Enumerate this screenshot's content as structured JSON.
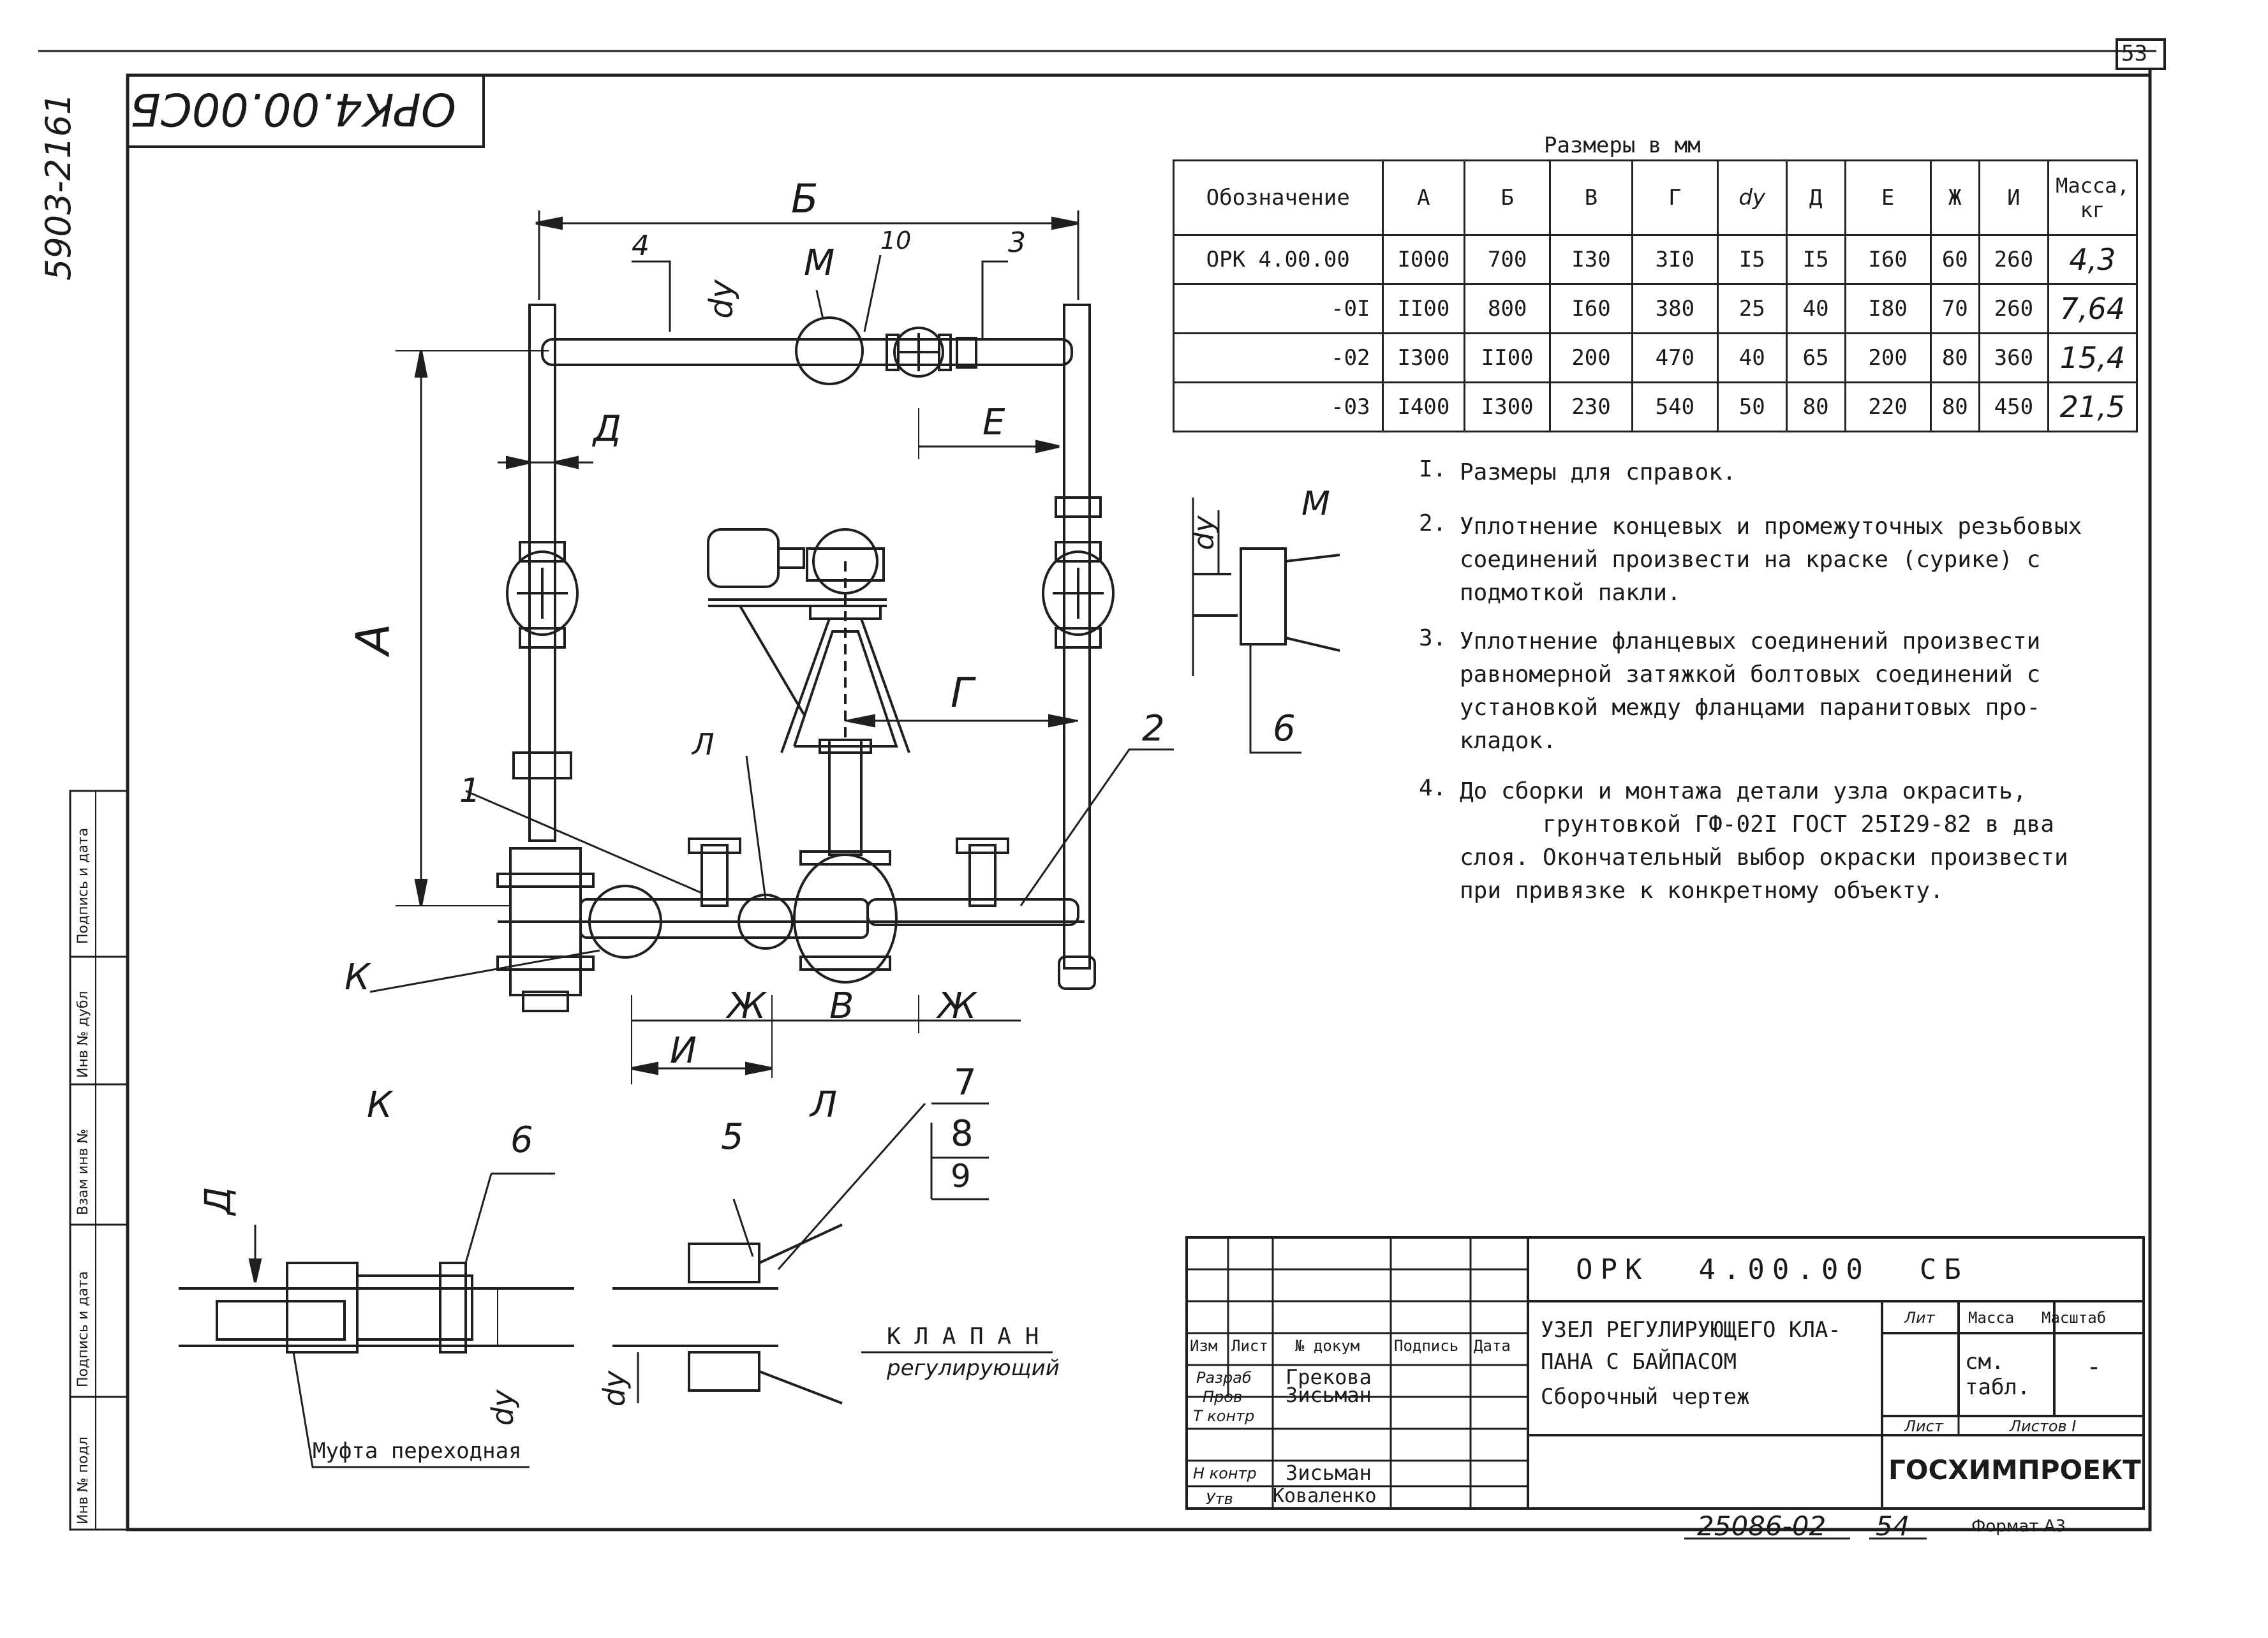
{
  "sheet": {
    "page_number": "53",
    "stamp_code": "ОРК4.00.00СБ",
    "side_code": "5903-2161",
    "archive_number": "25086-02",
    "archive_page": "54",
    "format": "Формат А3"
  },
  "left_strip": [
    "Подпись и дата",
    "Инв № дубл",
    "Взам инв №",
    "Подпись и дата",
    "Инв № подл"
  ],
  "dims_table": {
    "caption": "Размеры в мм",
    "headers": [
      "Обозначение",
      "А",
      "Б",
      "В",
      "Г",
      "dу",
      "Д",
      "Е",
      "Ж",
      "И",
      "Масса, кг"
    ],
    "rows": [
      [
        "ОРК 4.00.00",
        "I000",
        "700",
        "I30",
        "3I0",
        "I5",
        "I5",
        "I60",
        "60",
        "260",
        "4,3"
      ],
      [
        "-0I",
        "II00",
        "800",
        "I60",
        "380",
        "25",
        "40",
        "I80",
        "70",
        "260",
        "7,64"
      ],
      [
        "-02",
        "I300",
        "II00",
        "200",
        "470",
        "40",
        "65",
        "200",
        "80",
        "360",
        "15,4"
      ],
      [
        "-03",
        "I400",
        "I300",
        "230",
        "540",
        "50",
        "80",
        "220",
        "80",
        "450",
        "21,5"
      ]
    ]
  },
  "notes": [
    {
      "num": "I.",
      "text": "Размеры для справок."
    },
    {
      "num": "2.",
      "text": "Уплотнение концевых и промежуточных резьбовых\nсоединений произвести на краске (сурике) с\nподмоткой пакли."
    },
    {
      "num": "3.",
      "text": "Уплотнение фланцевых соединений произвести\nравномерной затяжкой болтовых соединений с\nустановкой между фланцами паранитовых про-\nкладок."
    },
    {
      "num": "4.",
      "text": "До сборки и монтажа детали узла окрасить,\n      грунтовкой ГФ-02I ГОСТ 25I29-82 в два\nслоя. Окончательный выбор окраски произвести\nпри привязке к конкретному объекту."
    }
  ],
  "drawing_labels": {
    "dim_A": "А",
    "dim_B": "Б",
    "dim_V": "В",
    "dim_G": "Г",
    "dim_D": "Д",
    "dim_E": "Е",
    "dim_Zh1": "Ж",
    "dim_Zh2": "Ж",
    "dim_I": "И",
    "dim_dy": "dу",
    "view_M": "М",
    "view_K": "К",
    "view_L": "Л",
    "callout_K": "К",
    "callout_L": "Л",
    "pos_1": "1",
    "pos_2": "2",
    "pos_3": "3",
    "pos_4": "4",
    "pos_5": "5",
    "pos_6": "6",
    "pos_6b": "6",
    "pos_7": "7",
    "pos_8": "8",
    "pos_9": "9",
    "pos_10": "10",
    "coupling": "Муфта переходная",
    "valve_title": "К Л А П А Н",
    "valve_sub": "регулирующий",
    "detail_D": "Д",
    "detail_dy1": "dу",
    "detail_dy2": "dу",
    "detail_dy3": "dу"
  },
  "title_block": {
    "designation": "ОРК  4.00.00  СБ",
    "name_line1": "УЗЕЛ РЕГУЛИРУЮЩЕГО КЛА-",
    "name_line2": "ПАНА С БАЙПАСОМ",
    "name_line3": "Сборочный чертеж",
    "col_izm": "Изм",
    "col_list": "Лист",
    "col_doc": "№ докум",
    "col_sign": "Подпись",
    "col_date": "Дата",
    "roles": [
      {
        "role": "Разраб",
        "name": "Грекова"
      },
      {
        "role": "Пров",
        "name": "Зисьман"
      },
      {
        "role": "Т контр",
        "name": ""
      },
      {
        "role": "",
        "name": ""
      },
      {
        "role": "Н контр",
        "name": "Зисьман"
      },
      {
        "role": "Утв",
        "name": "Коваленко"
      }
    ],
    "lit": "Лит",
    "mass": "Масса",
    "scale": "Масштаб",
    "mass_value": "см. табл.",
    "scale_value": "-",
    "sheet": "Лист",
    "sheets": "Листов  I",
    "org": "ГОСХИМПРОЕКТ"
  }
}
